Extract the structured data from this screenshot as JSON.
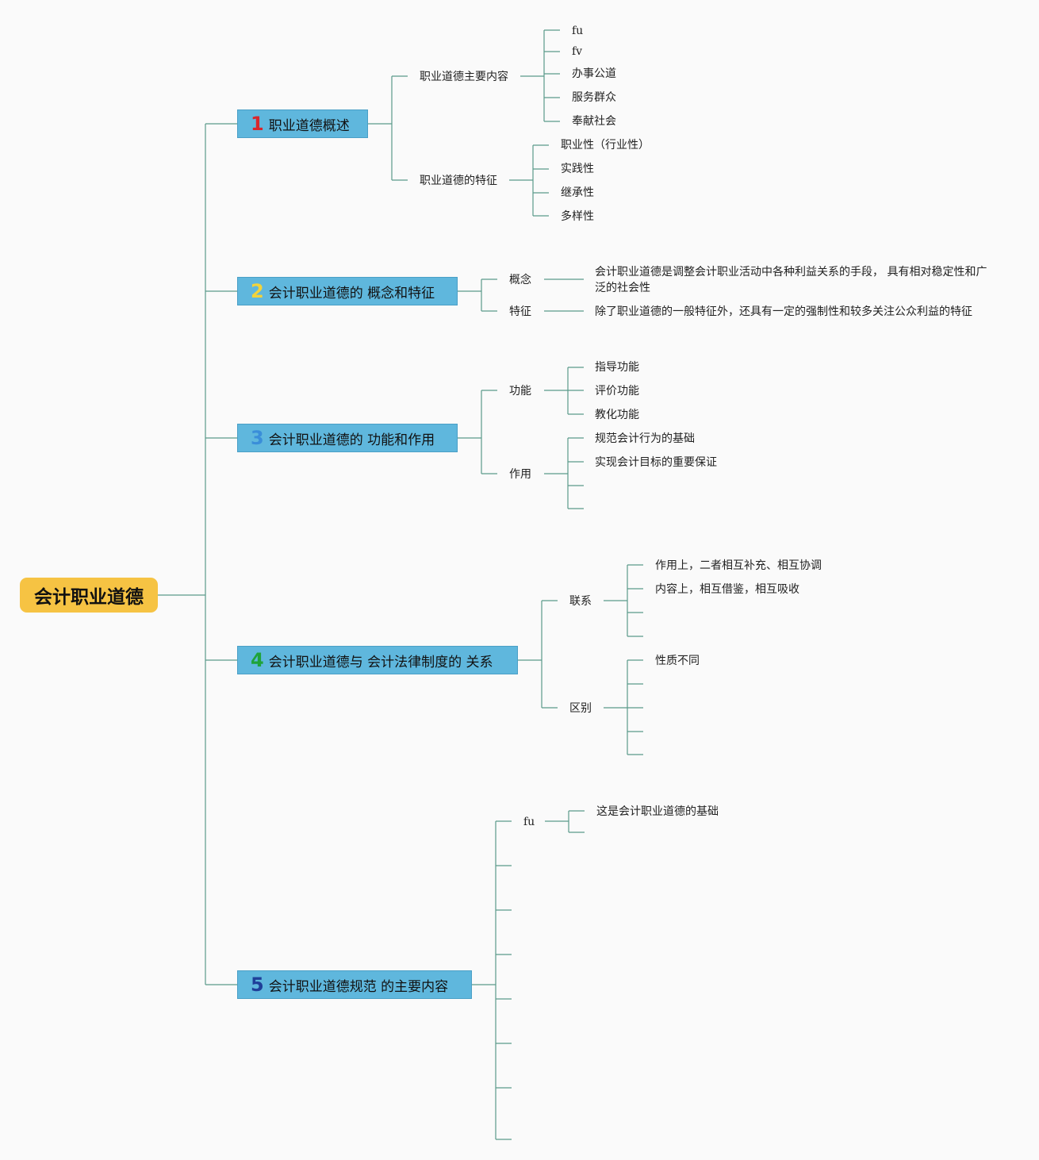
{
  "root": "会计职业道德",
  "colors": {
    "root_fill": "#f6c343",
    "topic_fill": "#5fb7dd",
    "line": "#5a9a8a",
    "num1": "#d9262c",
    "num2": "#f3d33a",
    "num3": "#3a8ed9",
    "num4": "#1fa33a",
    "num5": "#1f3f99"
  },
  "topics": [
    {
      "num": "1",
      "label": "职业道德概述",
      "branches": [
        {
          "label": "职业道德主要内容",
          "items": [
            "fu",
            "fv",
            "办事公道",
            "服务群众",
            "奉献社会"
          ]
        },
        {
          "label": "职业道德的特征",
          "items": [
            "职业性（行业性）",
            "实践性",
            "继承性",
            "多样性"
          ]
        }
      ]
    },
    {
      "num": "2",
      "label": "会计职业道德的 概念和特征",
      "branches": [
        {
          "label": "概念",
          "items": [
            "会计职业道德是调整会计职业活动中各种利益关系的手段， 具有相对稳定性和广泛的社会性"
          ]
        },
        {
          "label": "特征",
          "items": [
            "除了职业道德的一般特征外，还具有一定的强制性和较多关注公众利益的特征"
          ]
        }
      ]
    },
    {
      "num": "3",
      "label": "会计职业道德的 功能和作用",
      "branches": [
        {
          "label": "功能",
          "items": [
            "指导功能",
            "评价功能",
            "教化功能"
          ]
        },
        {
          "label": "作用",
          "items": [
            "规范会计行为的基础",
            "实现会计目标的重要保证"
          ]
        }
      ]
    },
    {
      "num": "4",
      "label": "会计职业道德与 会计法律制度的 关系",
      "branches": [
        {
          "label": "联系",
          "items": [
            "作用上，二者相互补充、相互协调",
            "内容上，相互借鉴，相互吸收"
          ]
        },
        {
          "label": "区别",
          "items": [
            "性质不同"
          ]
        }
      ]
    },
    {
      "num": "5",
      "label": "会计职业道德规范 的主要内容",
      "branches": [
        {
          "label": "fu",
          "items": [
            "这是会计职业道德的基础"
          ]
        }
      ]
    }
  ]
}
